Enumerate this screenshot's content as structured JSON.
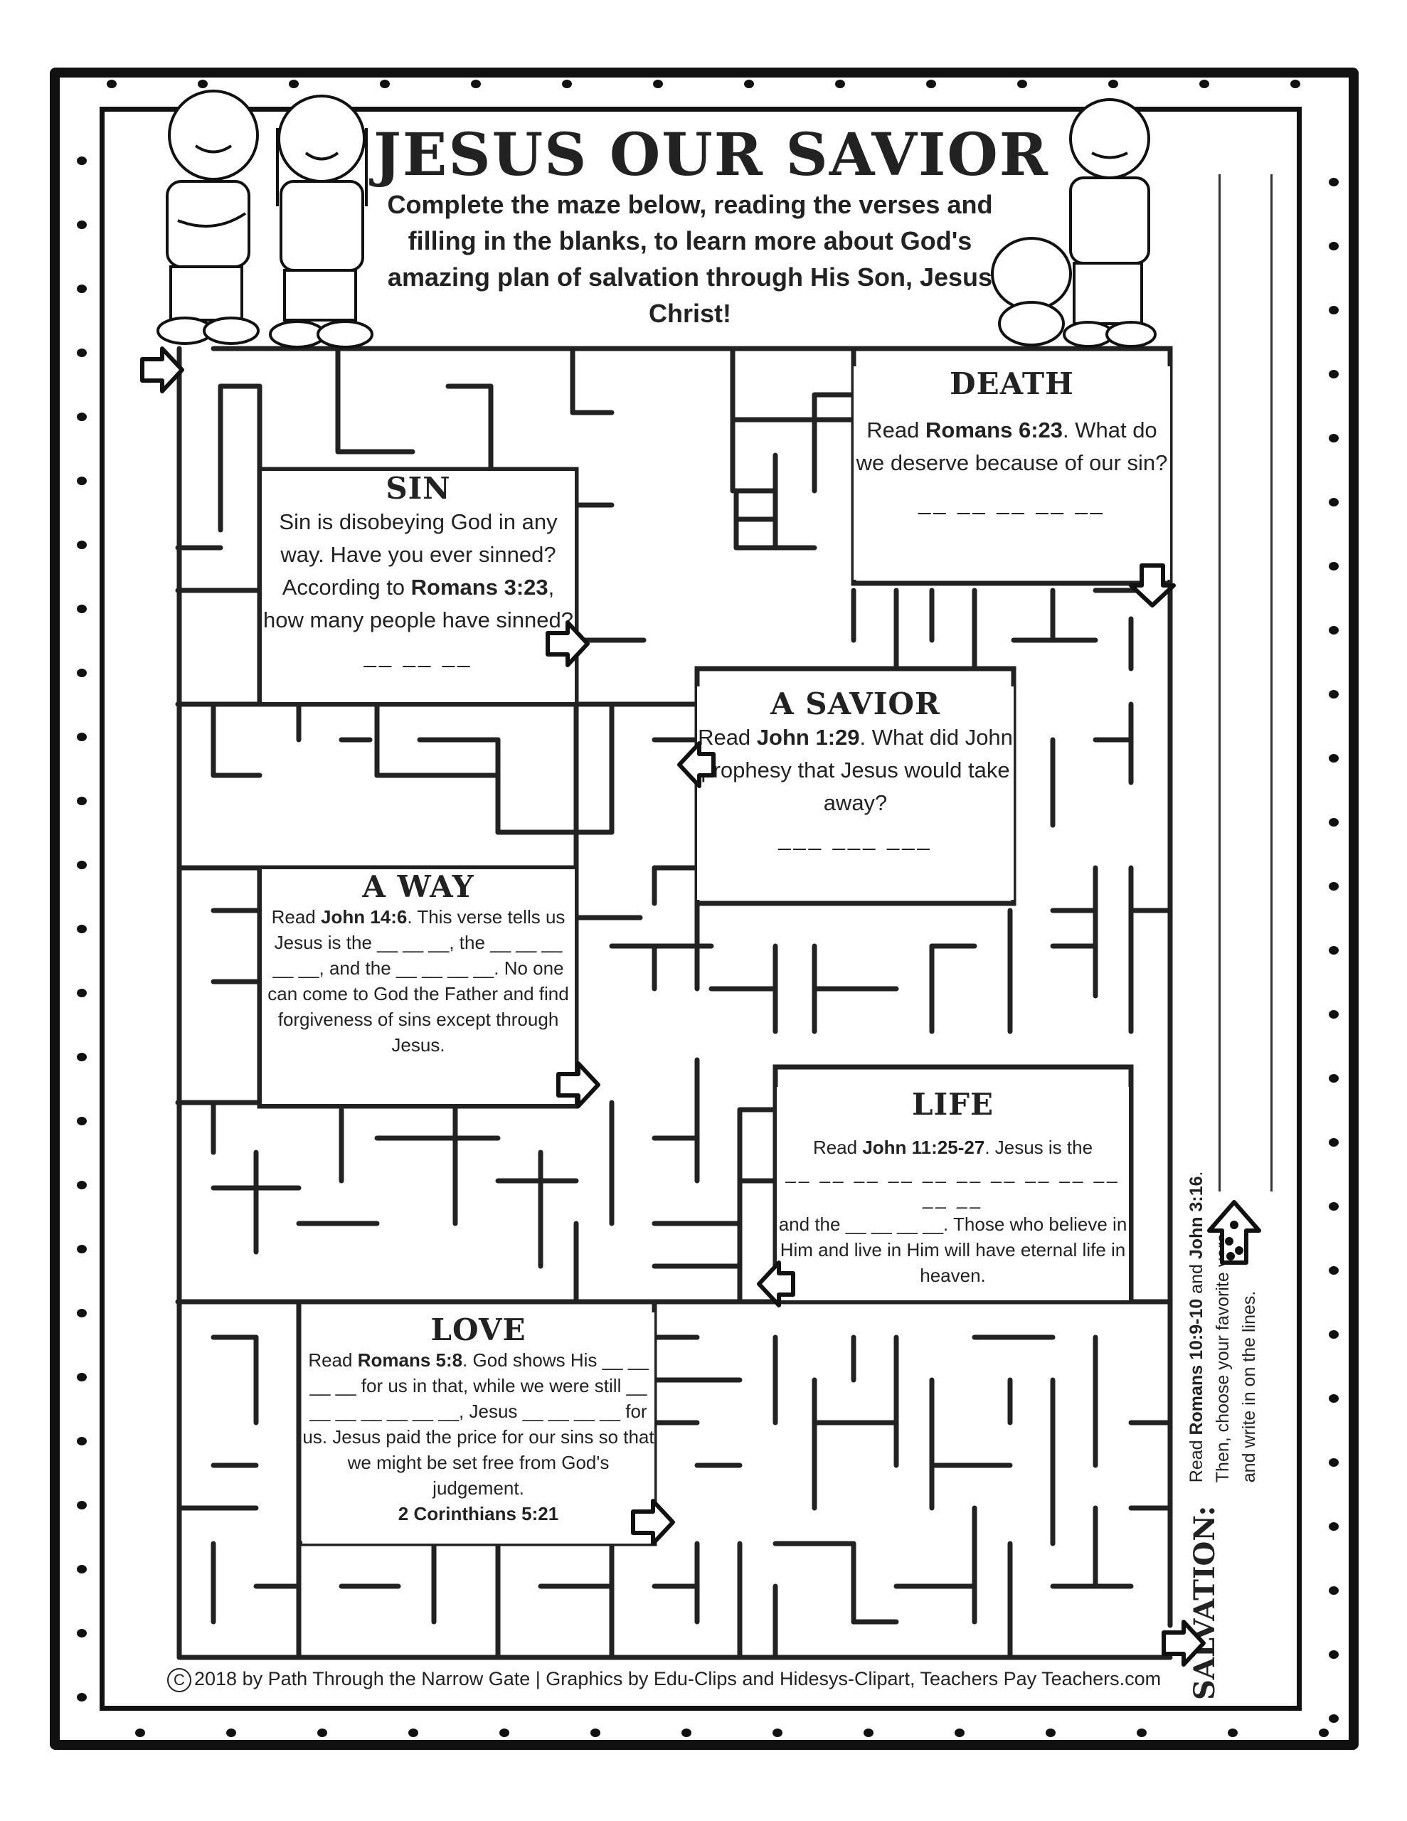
{
  "page": {
    "title": "JESUS OUR SAVIOR",
    "intro": "Complete the maze below, reading the verses and filling in the blanks, to learn more about God's amazing plan of salvation through His Son, Jesus Christ!"
  },
  "boxes": {
    "death": {
      "heading": "DEATH",
      "pre": "Read ",
      "ref": "Romans 6:23",
      "post": ". What do we deserve because of our sin?",
      "blank": "__ __ __ __ __"
    },
    "sin": {
      "heading": "SIN",
      "pre": "Sin is disobeying God in any way. Have you ever sinned? According to ",
      "ref": "Romans 3:23",
      "post": ", how many people have sinned?",
      "blank": "__ __ __"
    },
    "savior": {
      "heading": "A SAVIOR",
      "pre": "Read ",
      "ref": "John 1:29",
      "post": ". What did John prophesy that Jesus would take away?",
      "blank": "___ ___ ___"
    },
    "way": {
      "heading": "A WAY",
      "pre": "Read ",
      "ref": "John 14:6",
      "post": ". This verse tells us Jesus is the __ __ __, the __ __ __ __ __, and the __ __ __ __. No one can come to God the Father and find forgiveness of sins except through Jesus."
    },
    "life": {
      "heading": "LIFE",
      "pre": "Read ",
      "ref": "John 11:25-27",
      "post": ". Jesus is the",
      "blank": "__ __ __ __ __ __ __ __ __ __ __ __",
      "post2": "and the __ __ __ __. Those who believe in Him and live in Him will have eternal life in heaven."
    },
    "love": {
      "heading": "LOVE",
      "pre": "Read ",
      "ref": "Romans 5:8",
      "post": ". God shows His __ __ __ __ for us in that, while we were still __ __ __ __ __ __ __, Jesus __ __ __ __ for us. Jesus paid the price for our sins so that we might be set free from God's judgement.",
      "ref2": "2 Corinthians 5:21"
    }
  },
  "salvation": {
    "heading": "SALVATION:",
    "pre": "Read ",
    "ref1": "Romans 10:9-10",
    "mid": " and ",
    "ref2": "John 3:16",
    "post": ".",
    "line2": "Then, choose your favorite verse",
    "line3": "and write in on the lines."
  },
  "footer": {
    "copyright_symbol": "C",
    "text": "2018 by Path Through the Narrow Gate | Graphics by Edu-Clips and Hidesys-Clipart, Teachers Pay Teachers.com"
  },
  "icons": {
    "start": "arrow-right-icon",
    "end": "arrow-right-icon",
    "answer_arrow": "dotted-up-arrow-icon"
  },
  "colors": {
    "ink": "#222222",
    "frame": "#111111",
    "paper": "#ffffff"
  }
}
